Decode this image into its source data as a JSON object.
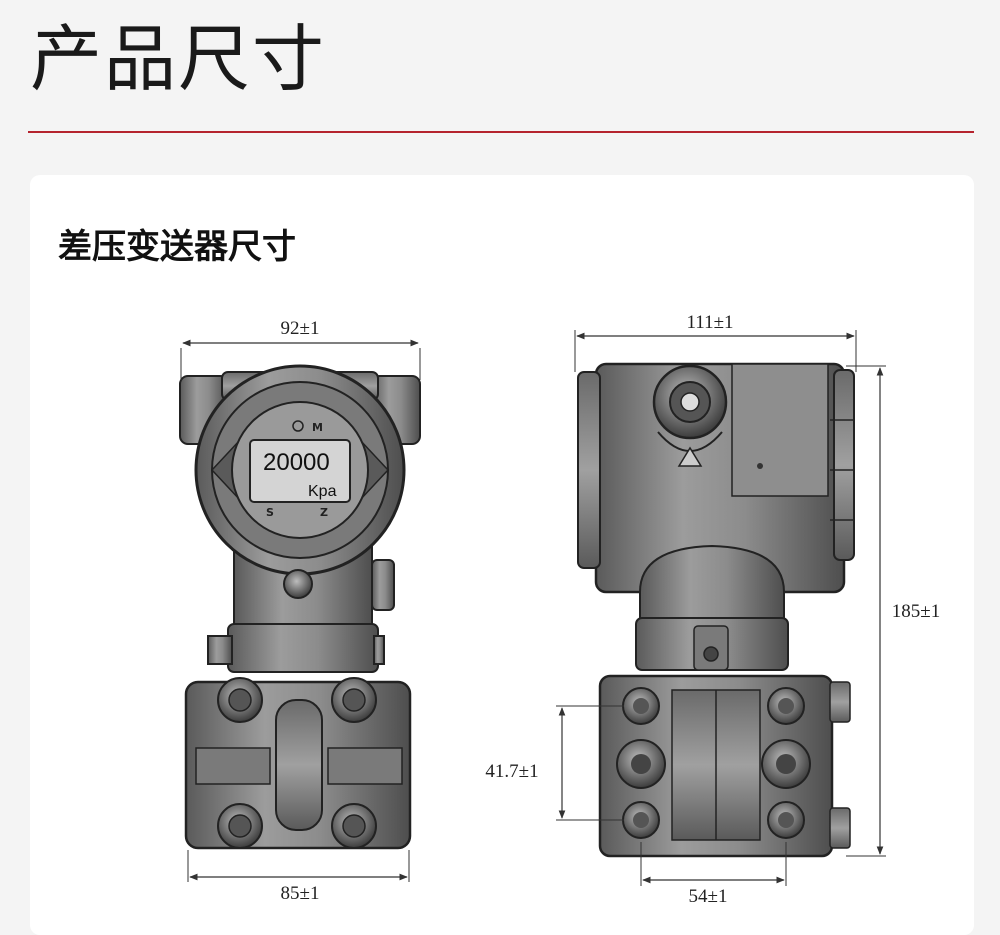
{
  "page": {
    "title": "产品尺寸"
  },
  "section": {
    "title": "差压变送器尺寸"
  },
  "display": {
    "value": "20000",
    "unit": "Kpa",
    "top_mark": "M",
    "left_mark": "S",
    "right_mark": "Z"
  },
  "dimensions": {
    "front_top_width": "92±1",
    "front_bottom_width": "85±1",
    "side_top_width": "111±1",
    "side_height": "185±1",
    "side_flange_height": "41.7±1",
    "side_bottom_width": "54±1"
  },
  "colors": {
    "accent": "#b5232e",
    "metal": "#8a8a8a"
  }
}
